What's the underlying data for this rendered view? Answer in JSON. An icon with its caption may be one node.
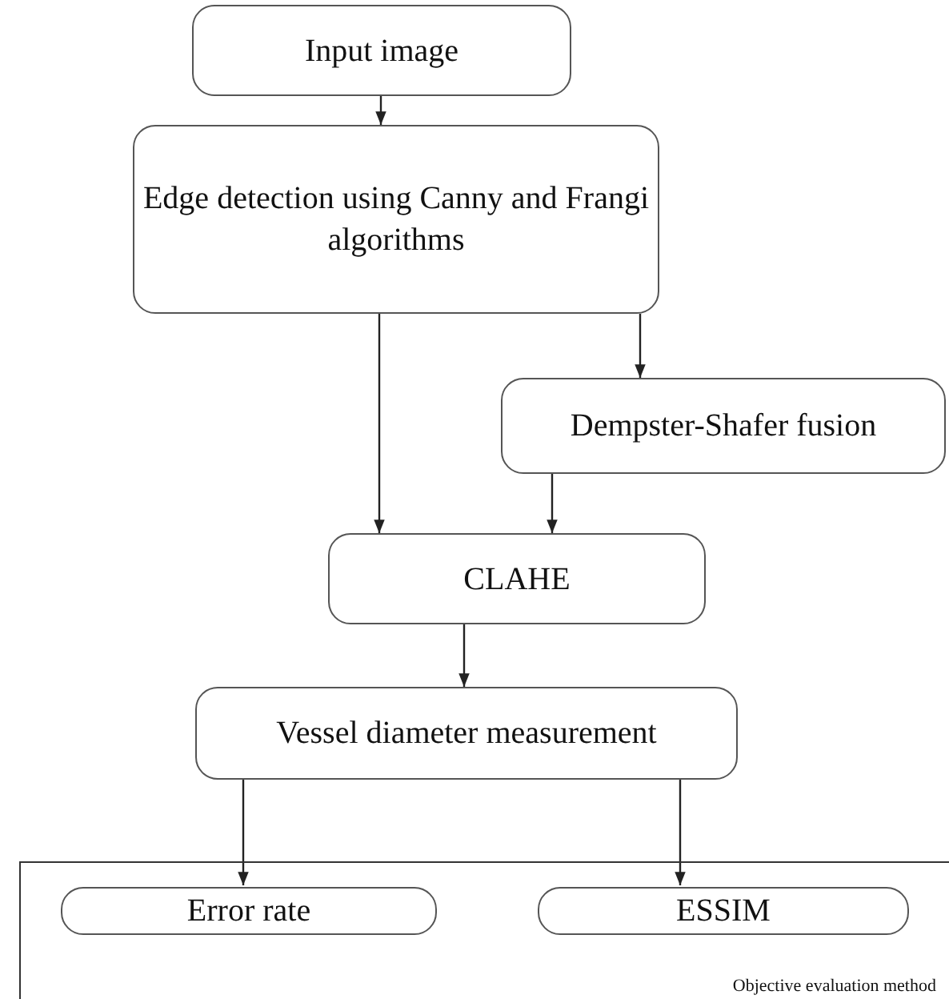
{
  "diagram": {
    "nodes": [
      {
        "text": [
          "Input image"
        ]
      },
      {
        "text": [
          "Edge detection using Canny and Frangi algorithms"
        ]
      },
      {
        "text": [
          "Dempster-Shafer fusion"
        ]
      },
      {
        "text": [
          "CLAHE"
        ]
      },
      {
        "text": [
          "Vessel diameter measurement"
        ]
      },
      {
        "text": [
          "Objective evaluation method"
        ]
      },
      {
        "text": [
          "Error rate"
        ],
        "in": 5
      },
      {
        "text": [
          "ESSIM"
        ],
        "in": 5
      }
    ],
    "edges": [
      {
        "from": 0,
        "to": 1,
        "arrow": "to"
      },
      {
        "from": 1,
        "to": 3,
        "arrow": "to"
      },
      {
        "from": 1,
        "to": 2,
        "arrow": "to"
      },
      {
        "from": 2,
        "to": 3,
        "arrow": "to"
      },
      {
        "from": 3,
        "to": 4,
        "arrow": "to"
      },
      {
        "from": 4,
        "to": 6,
        "arrow": "to"
      },
      {
        "from": 4,
        "to": 7,
        "arrow": "to"
      }
    ]
  }
}
